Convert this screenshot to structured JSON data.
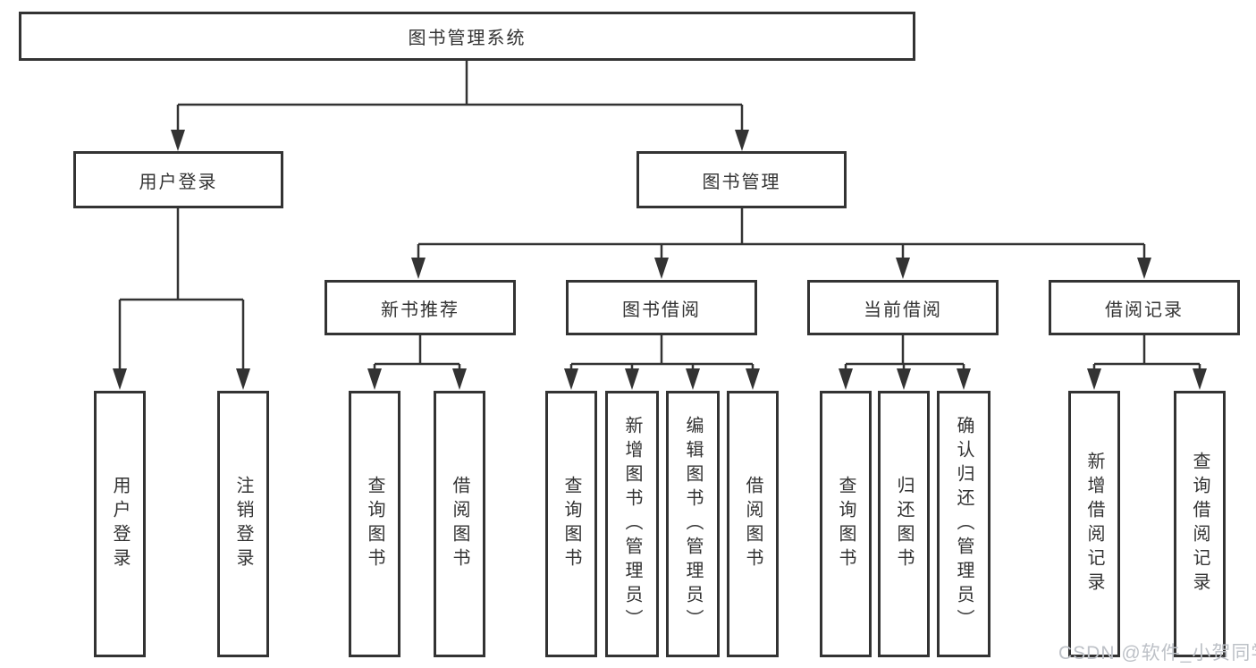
{
  "colors": {
    "line": "#333333",
    "node-border": "#333333",
    "text": "#333333",
    "watermark": "#bdc1c7",
    "background": "#ffffff"
  },
  "tree": {
    "root": {
      "label": "图书管理系统"
    },
    "branches": [
      {
        "label": "用户登录",
        "children": [
          {
            "label": "用户登录"
          },
          {
            "label": "注销登录"
          }
        ]
      },
      {
        "label": "图书管理",
        "children": [
          {
            "label": "新书推荐",
            "children": [
              {
                "label": "查询图书"
              },
              {
                "label": "借阅图书"
              }
            ]
          },
          {
            "label": "图书借阅",
            "children": [
              {
                "label": "查询图书"
              },
              {
                "label": "新增图书（管理员）"
              },
              {
                "label": "编辑图书（管理员）"
              },
              {
                "label": "借阅图书"
              }
            ]
          },
          {
            "label": "当前借阅",
            "children": [
              {
                "label": "查询图书"
              },
              {
                "label": "归还图书"
              },
              {
                "label": "确认归还（管理员）"
              }
            ]
          },
          {
            "label": "借阅记录",
            "children": [
              {
                "label": "新增借阅记录"
              },
              {
                "label": "查询借阅记录"
              }
            ]
          }
        ]
      }
    ]
  },
  "watermark": {
    "text": "CSDN @软件_小贺同学"
  }
}
